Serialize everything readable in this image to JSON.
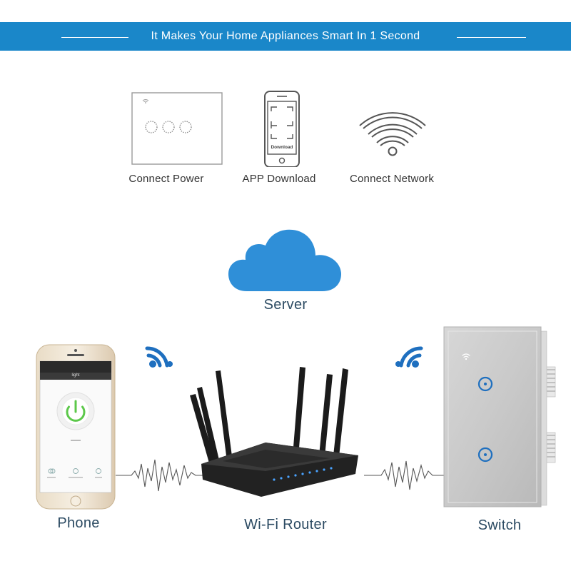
{
  "banner": {
    "title": "It Makes Your Home Appliances Smart In 1 Second"
  },
  "steps": [
    {
      "caption": "Connect Power",
      "icon": "touch-panel-icon"
    },
    {
      "caption": "APP Download",
      "icon": "smartphone-icon",
      "screen_text": "Download"
    },
    {
      "caption": "Connect Network",
      "icon": "wifi-icon"
    }
  ],
  "diagram": {
    "server_label": "Server",
    "phone_label": "Phone",
    "router_label": "Wi-Fi Router",
    "switch_label": "Switch",
    "phone_screen_title": "light"
  },
  "colors": {
    "banner": "#1a87c9",
    "cloud": "#2f8fd8",
    "wifi": "#1e6fbf",
    "label": "#2b4a62",
    "power_green": "#5cc84a"
  }
}
